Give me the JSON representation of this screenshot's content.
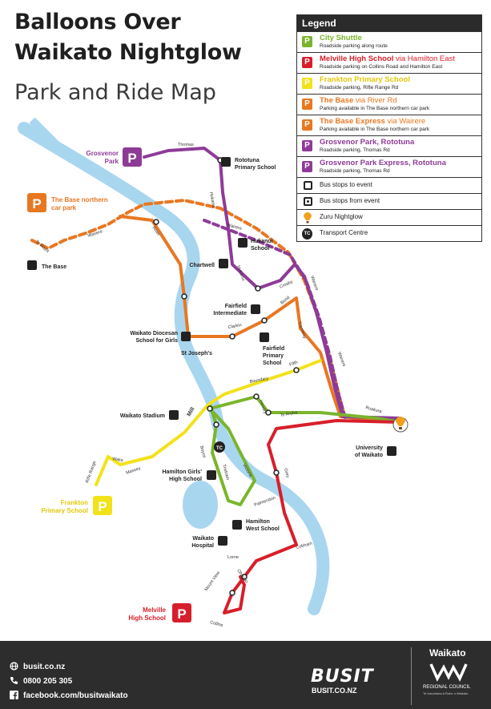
{
  "title": {
    "line1": "Balloons Over",
    "line2": "Waikato Nightglow",
    "line3": "Park and Ride Map"
  },
  "legend": {
    "heading": "Legend",
    "routes": [
      {
        "name": "City Shuttle",
        "via": "",
        "desc": "Roadside parking along route",
        "color": "#7ab52c",
        "icon": "P"
      },
      {
        "name": "Melville High School",
        "via": " via Hamilton East",
        "desc": "Roadside parking on Collins Road and Hamilton East",
        "color": "#d71f2b",
        "icon": "P"
      },
      {
        "name": "Frankton Primary School",
        "via": "",
        "desc": "Roadside parking, Rifle Range Rd",
        "color": "#f2e21a",
        "icon": "P"
      },
      {
        "name": "The Base",
        "via": " via River Rd",
        "desc": "Parking available in The Base northern car park",
        "color": "#e87722",
        "icon": "P"
      },
      {
        "name": "The Base Express",
        "via": " via Wairere",
        "desc": "Parking available in The Base northern car park",
        "color": "#e87722",
        "icon": "P"
      },
      {
        "name": "Grosvenor Park, Rototuna",
        "via": "",
        "desc": "Roadside parking, Thomas Rd",
        "color": "#8e3b97",
        "icon": "P"
      },
      {
        "name": "Grosvenor Park Express, Rototuna",
        "via": "",
        "desc": "Roadside parking, Thomas Rd",
        "color": "#8e3b97",
        "icon": "P"
      }
    ],
    "symbols": [
      {
        "label": "Bus stops to event",
        "icon": "bus-stop-to-event-icon"
      },
      {
        "label": "Bus stops from event",
        "icon": "bus-stop-from-event-icon"
      },
      {
        "label": "Zuru Nightglow",
        "icon": "balloon-icon"
      },
      {
        "label": "Transport Centre",
        "icon": "transport-centre-icon",
        "badge": "TC"
      }
    ]
  },
  "places": {
    "grosvenor": "Grosvenor\nPark",
    "base_northern": "The Base northern\ncar park",
    "base": "The Base",
    "rototuna_primary": "Rototuna\nPrimary School",
    "hukanui_school": "Hukanui\nSchool",
    "chartwell": "Chartwell",
    "fairfield_int": "Fairfield\nIntermediate",
    "fairfield_primary": "Fairfield\nPrimary\nSchool",
    "diocesan": "Waikato Diocesan\nSchool for Girls",
    "st_josephs": "St Joseph's",
    "stadium": "Waikato Stadium",
    "frankton": "Frankton\nPrimary School",
    "hamilton_girls": "Hamilton Girls'\nHigh School",
    "hamilton_west": "Hamilton\nWest School",
    "hospital": "Waikato\nHospital",
    "university": "University\nof Waikato",
    "melville": "Melville\nHigh School"
  },
  "streets": [
    "Thomas",
    "Hukanui",
    "Wairere",
    "Hukanui",
    "Crosby",
    "Wairere",
    "Tramway",
    "River",
    "Wairere",
    "Te Rapa",
    "Clarkin",
    "Bond",
    "Fifth",
    "Boundary",
    "Wairere",
    "Ruakura",
    "Hendry",
    "Te Aroha",
    "Grey",
    "Mill",
    "Rifle Range",
    "Wake",
    "Massey",
    "Boyce",
    "Tristram",
    "Victoria",
    "Palmerston",
    "Cobham",
    "Lorne",
    "Ohaupo",
    "Mount View",
    "Collins"
  ],
  "footer": {
    "website": "busit.co.nz",
    "phone": "0800 205 305",
    "facebook": "facebook.com/busitwaikato",
    "brand": "BUSIT",
    "brand_url": "BUSIT.CO.NZ",
    "council": "Waikato",
    "council_sub": "REGIONAL COUNCIL",
    "council_sub2": "Te Kaunihera ā Rohe o Waikato"
  }
}
